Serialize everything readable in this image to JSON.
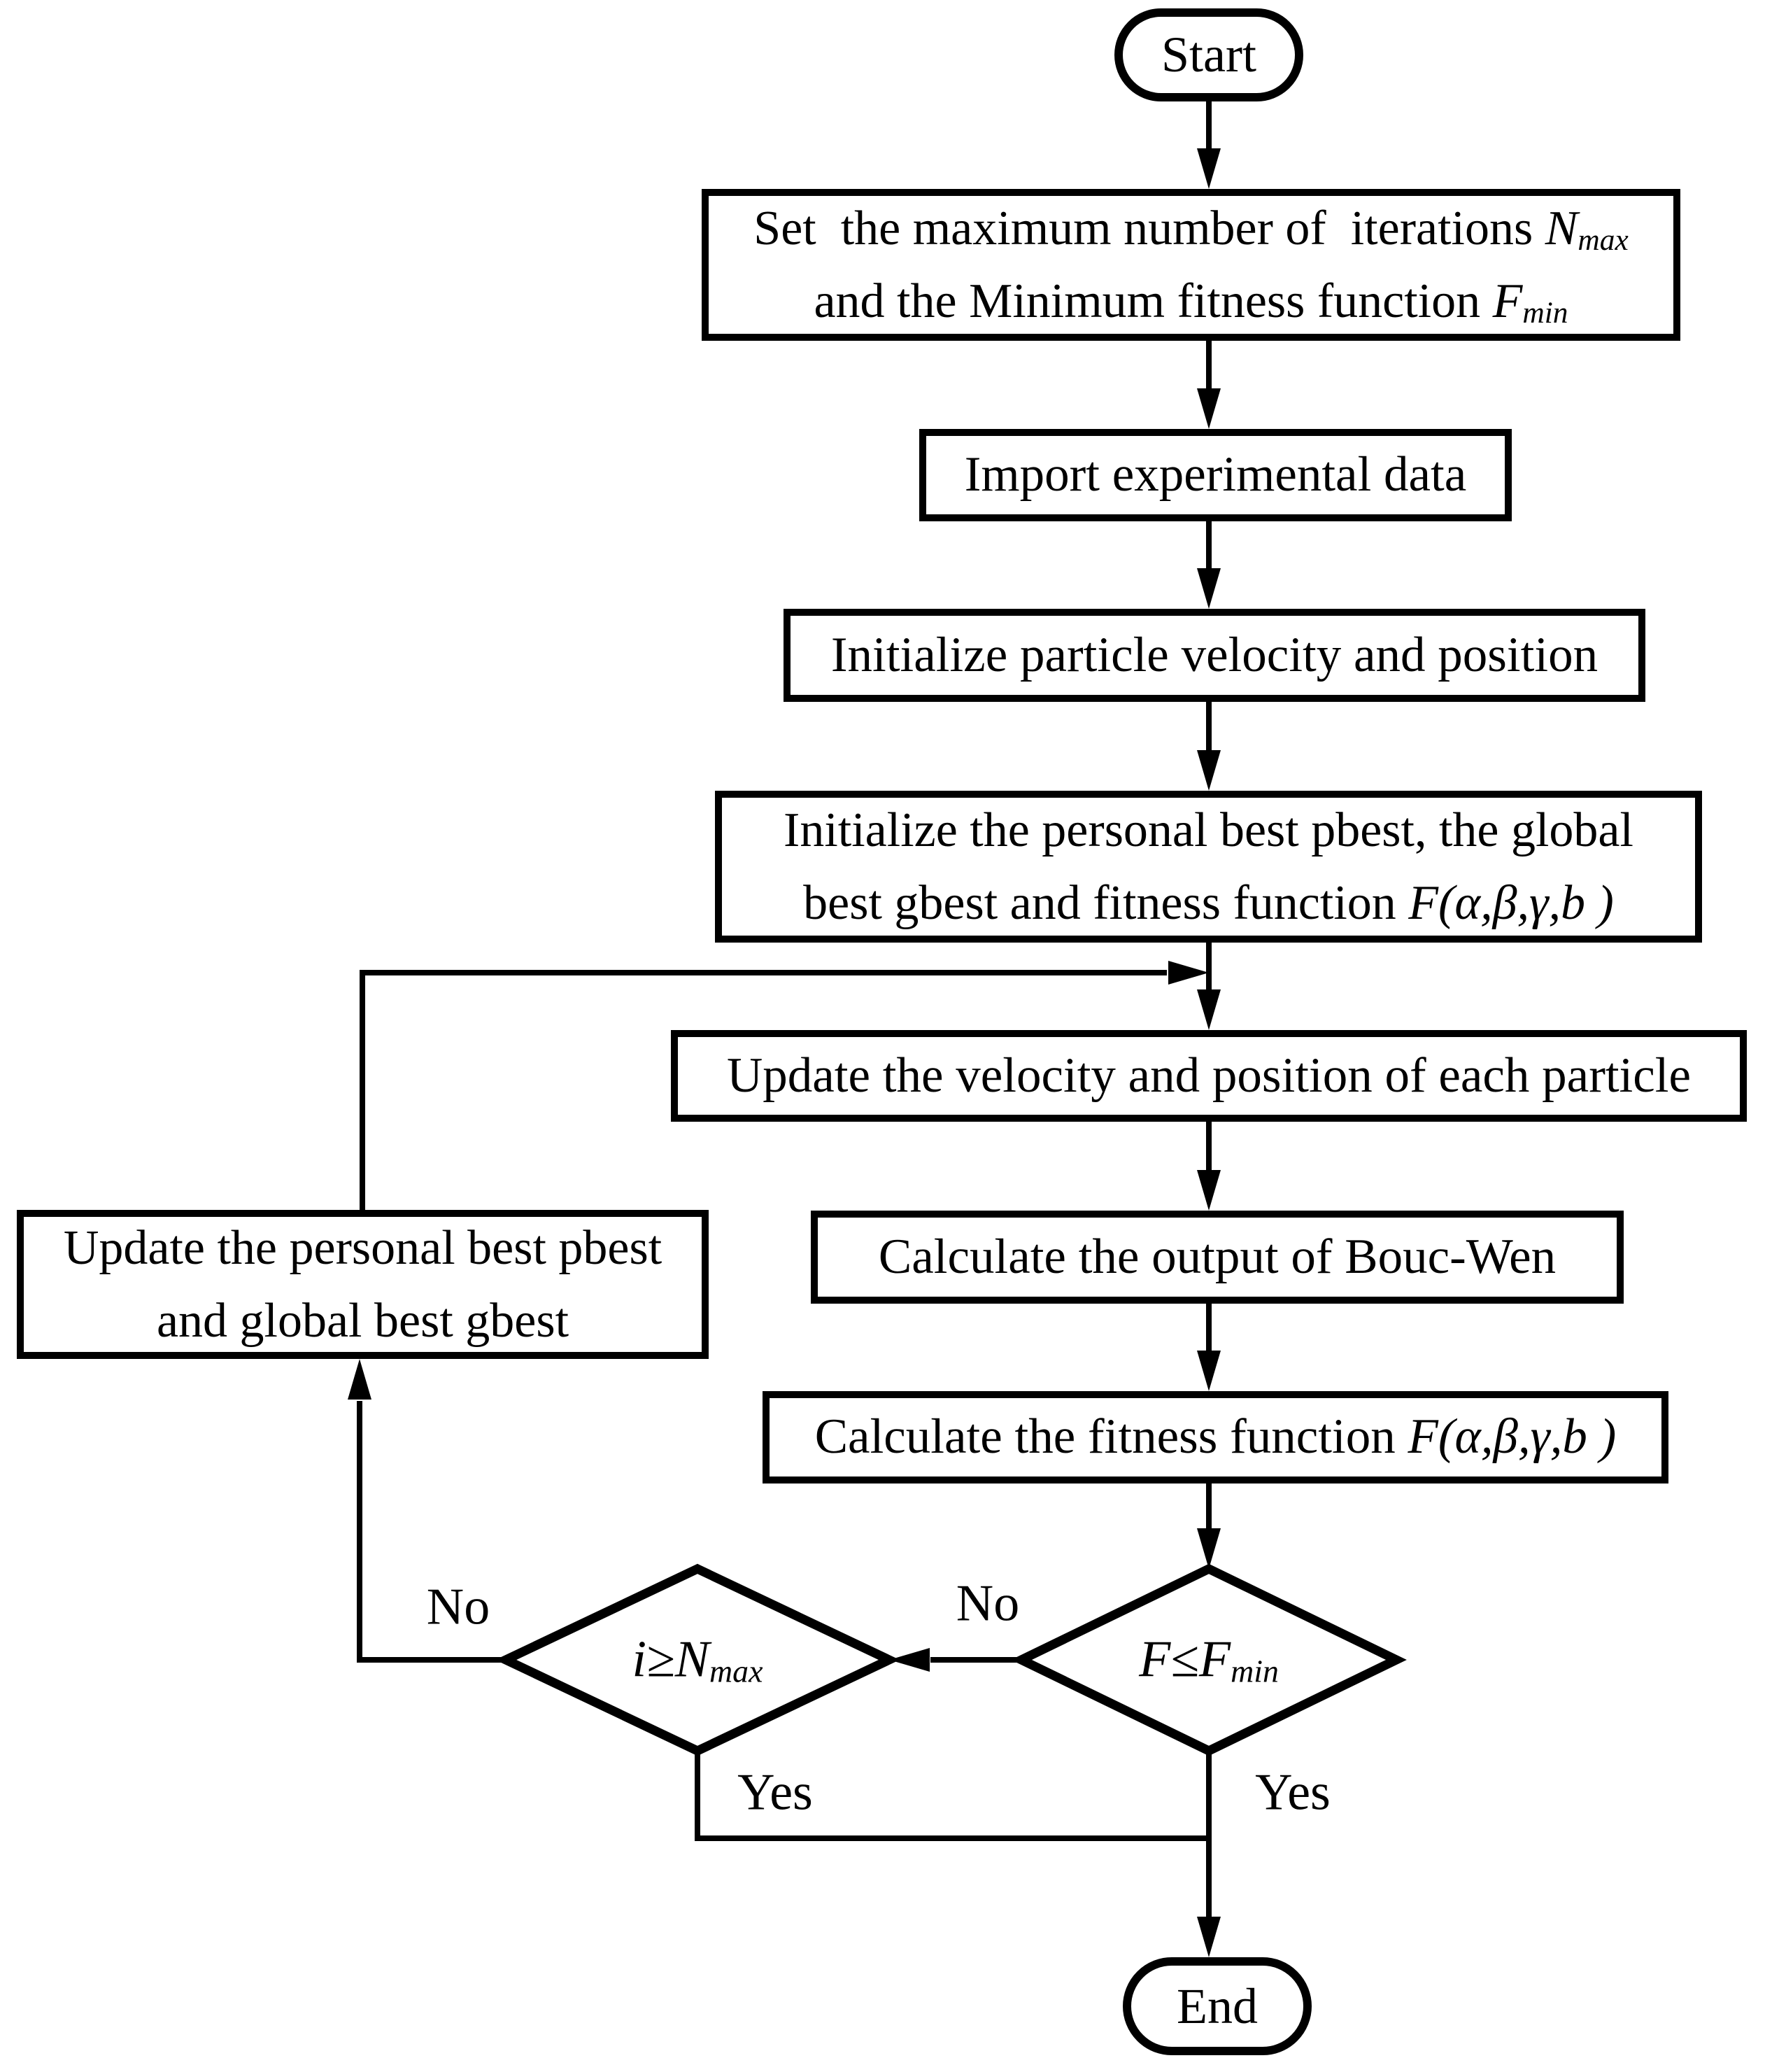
{
  "nodes": {
    "start": {
      "label": "Start"
    },
    "set_params": {
      "line1_text": "Set  the maximum number of  iterations ",
      "line1_var": "N",
      "line1_sub": "max",
      "line2_text": "and the Minimum fitness function ",
      "line2_var": "F",
      "line2_sub": "min"
    },
    "import_data": {
      "label": "Import experimental data"
    },
    "init_particles": {
      "label": "Initialize particle velocity and position"
    },
    "init_best": {
      "line1": "Initialize the personal best pbest, the global",
      "line2_text": "best gbest and fitness function ",
      "line2_math": "F(α,β,γ,b )"
    },
    "update_velocity": {
      "label": "Update the velocity and position of each particle"
    },
    "calc_output": {
      "label": "Calculate the output of Bouc-Wen"
    },
    "calc_fitness": {
      "text": "Calculate the fitness function ",
      "math": "F(α,β,γ,b )"
    },
    "update_best": {
      "line1": "Update the personal best pbest",
      "line2": "and global best gbest"
    },
    "decision_fitness": {
      "var_a": "F",
      "op": "≤",
      "var_b": "F",
      "sub": "min"
    },
    "decision_iterations": {
      "var_a": "i",
      "op": "≥",
      "var_b": "N",
      "sub": "max"
    },
    "end": {
      "label": "End"
    }
  },
  "edge_labels": {
    "no_iterations": "No",
    "no_fitness": "No",
    "yes_iterations": "Yes",
    "yes_fitness": "Yes"
  },
  "colors": {
    "ink": "#000000",
    "paper": "#ffffff"
  }
}
